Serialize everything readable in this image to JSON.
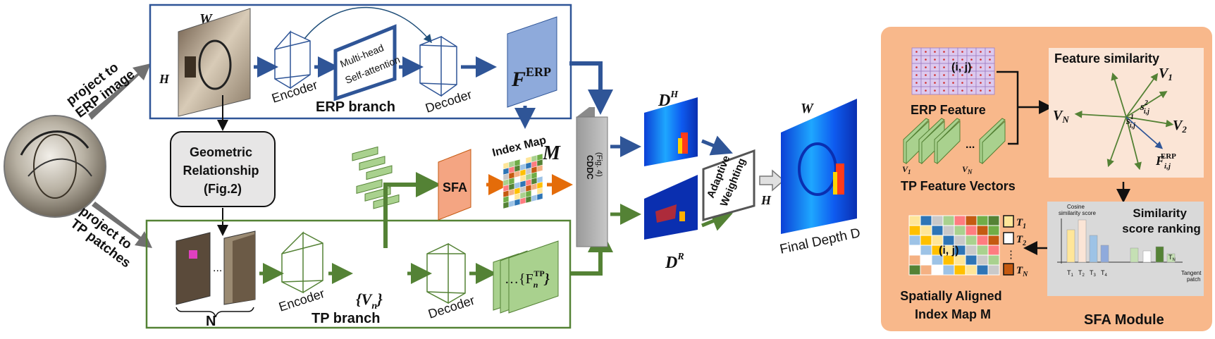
{
  "left": {
    "project_erp": [
      "project to",
      "ERP image"
    ],
    "project_tp": [
      "project to",
      "TP patches"
    ]
  },
  "erp_branch": {
    "w_label": "W",
    "h_label": "H",
    "encoder": "Encoder",
    "attention": [
      "Multi-head",
      "Self-attention"
    ],
    "decoder": "Decoder",
    "branch_label": "ERP branch",
    "feature_label": "F",
    "feature_sup": "ERP"
  },
  "geo": {
    "lines": [
      "Geometric",
      "Relationship",
      "(Fig.2)"
    ]
  },
  "tp_branch": {
    "n_label": "N",
    "ellipsis": "...",
    "encoder": "Encoder",
    "vn": "{V",
    "vn_sub": "n",
    "vn_close": "}",
    "decoder": "Decoder",
    "branch_label": "TP branch",
    "ftp_prefix": "…{F",
    "ftp_sub": "n",
    "ftp_sup": "TP",
    "ftp_close": "}"
  },
  "middle": {
    "sfa": "SFA",
    "index_map": "Index Map",
    "m_label": "M",
    "cddc": "CDDC",
    "cddc_fig": "(Fig. 4)",
    "dh": "D",
    "dh_sup": "H",
    "dr": "D",
    "dr_sup": "R",
    "adaptive": [
      "Adaptive",
      "Weighting"
    ],
    "w_label": "W",
    "h_label": "H",
    "final_depth": "Final Depth D"
  },
  "sfa_module": {
    "title": "SFA Module",
    "erp_feature": "ERP Feature",
    "ij": "(i, j)",
    "tp_vectors": "TP Feature Vectors",
    "v1": "V",
    "v1_sub": "1",
    "vn": "V",
    "vn_sub": "N",
    "dots": "...",
    "feature_similarity": "Feature similarity",
    "vec_v1": "V1",
    "vec_vn": "VN",
    "vec_v2": "V2",
    "s1": "s",
    "s2": "s",
    "ferp": "F",
    "ferp_sub": "i,j",
    "ferp_sup": "ERP",
    "similarity_ranking": [
      "Similarity",
      "score ranking"
    ],
    "cosine": [
      "Cosine",
      "similarity score"
    ],
    "tangent": [
      "Tangent",
      "patch"
    ],
    "t_labels": [
      "T1",
      "T2",
      "T3",
      "T4"
    ],
    "tn_label": "TN",
    "aligned_label": [
      "Spatially Aligned",
      "Index Map M"
    ],
    "legend": [
      "T1",
      "T2",
      "TN"
    ],
    "legend_dots": "⋮"
  },
  "colors": {
    "erp_border": "#2f5597",
    "tp_border": "#548235",
    "arrow_blue": "#2f5597",
    "arrow_green": "#548235",
    "arrow_orange": "#e46c0a",
    "sfa_fill": "#f4a582",
    "sfa_panel": "#f8b88b",
    "feature_blue": "#8eaadb",
    "feature_green": "#a9d18e",
    "grey_box": "#d9d9d9"
  }
}
